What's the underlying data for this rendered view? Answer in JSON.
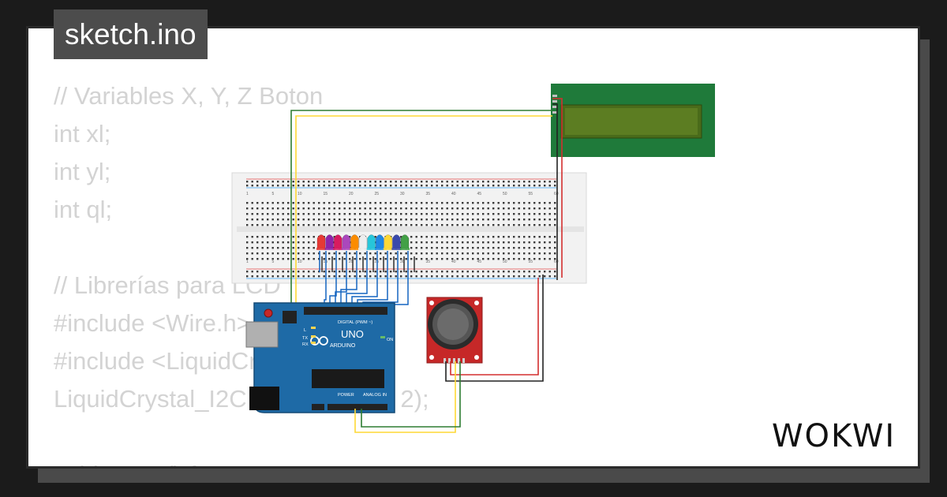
{
  "title": "sketch.ino",
  "code_lines": [
    "// Variables X, Y, Z Boton",
    "int xl;",
    "int yl;",
    "int ql;",
    "",
    "// Librerías para LCD",
    "#include <Wire.h>",
    "#include <LiquidCrystal_I2C.h>",
    "LiquidCrystal_I2C lcd(0x27, 16, 2);",
    "",
    "void setup() {"
  ],
  "brand": "WOKWI",
  "board": {
    "name": "UNO",
    "maker": "ARDUINO",
    "digital_label": "DIGITAL (PWM ~)",
    "analog_label": "ANALOG IN",
    "power_label": "POWER",
    "tx_label": "TX",
    "rx_label": "RX",
    "l_label": "L",
    "on_label": "ON"
  },
  "breadboard_numbers": [
    "1",
    "5",
    "10",
    "15",
    "20",
    "25",
    "30",
    "35",
    "40",
    "45",
    "50",
    "55",
    "60"
  ],
  "led_colors": [
    "#e53935",
    "#8e24aa",
    "#d81b60",
    "#ab47bc",
    "#fb8c00",
    "#eeeeee",
    "#26c6da",
    "#1e88e5",
    "#fdd835",
    "#3949ab",
    "#43a047"
  ],
  "colors": {
    "background": "#1b1b1b",
    "card": "#ffffff",
    "title_bg": "#4c4c4c",
    "code_text": "#d3d3d3",
    "arduino_blue": "#1e6aa6",
    "lcd_green": "#4a6b1a",
    "joystick_red": "#c62828"
  }
}
